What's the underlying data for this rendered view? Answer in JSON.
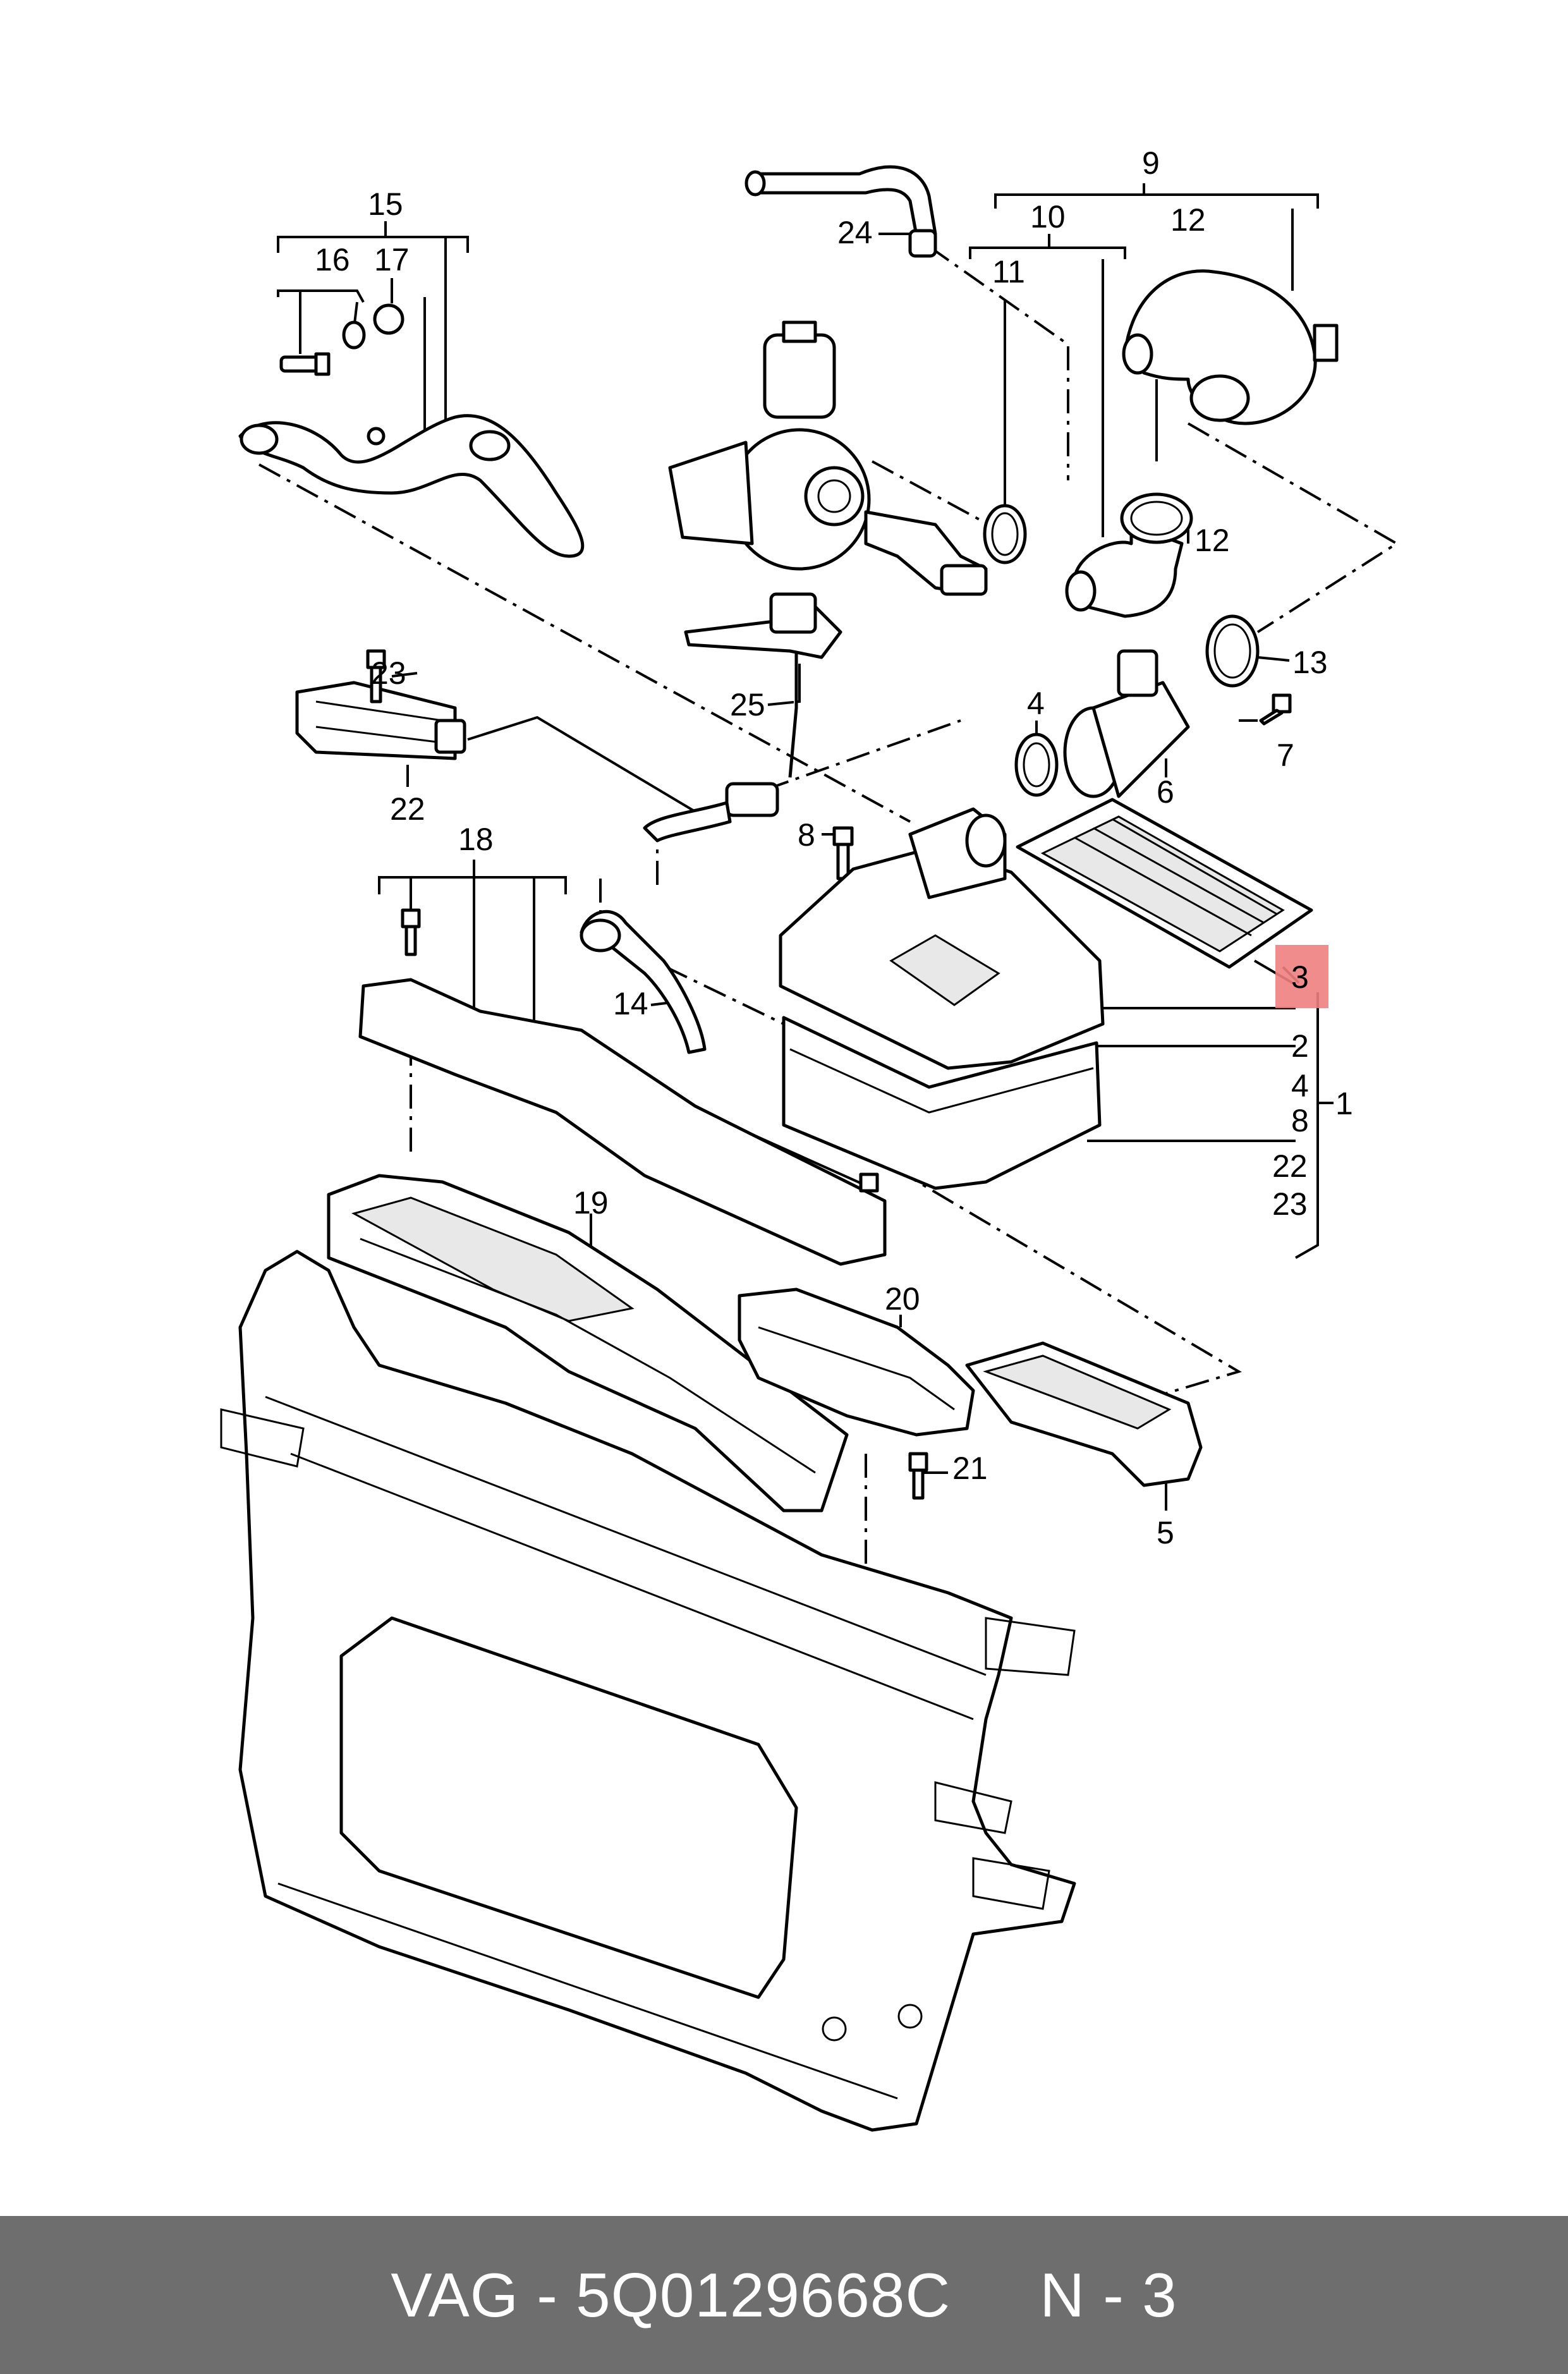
{
  "callouts": {
    "c1": "1",
    "c2": "2",
    "c3": "3",
    "c4a": "4",
    "c4b": "4",
    "c5": "5",
    "c6": "6",
    "c7": "7",
    "c8a": "8",
    "c8b": "8",
    "c9": "9",
    "c10": "10",
    "c11": "11",
    "c12a": "12",
    "c12b": "12",
    "c13": "13",
    "c14": "14",
    "c15": "15",
    "c16": "16",
    "c17": "17",
    "c18": "18",
    "c19": "19",
    "c20": "20",
    "c21": "21",
    "c22a": "22",
    "c22b": "22",
    "c23a": "23",
    "c23b": "23",
    "c24": "24",
    "c25": "25"
  },
  "highlight": {
    "label": "3",
    "color": "#f08080"
  },
  "footer": {
    "brand": "VAG",
    "separator": " - ",
    "part_number": "5Q0129668C",
    "gap": "     ",
    "position_ref": "N - 3"
  },
  "colors": {
    "footer_bg": "#6e6e6e",
    "footer_text": "#ffffff",
    "line": "#000000"
  }
}
